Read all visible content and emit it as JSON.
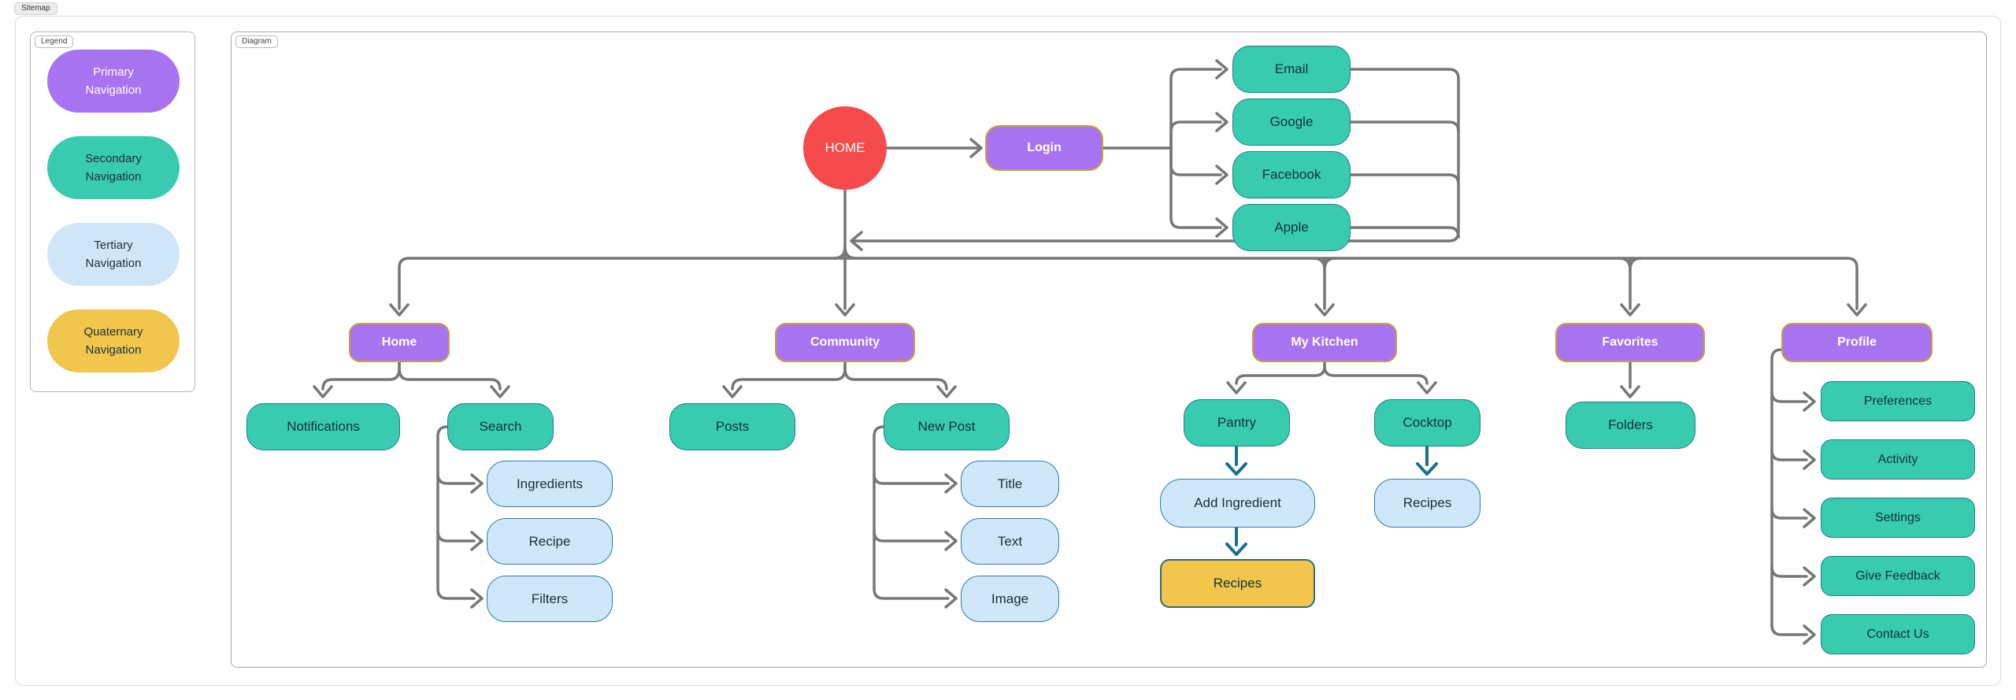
{
  "page": {
    "badge": "Sitemap"
  },
  "legend": {
    "label": "Legend",
    "items": [
      {
        "label": "Primary Navigation",
        "color": "#a873f0"
      },
      {
        "label": "Secondary Navigation",
        "color": "#38cbad"
      },
      {
        "label": "Tertiary Navigation",
        "color": "#cfe6f8"
      },
      {
        "label": "Quaternary Navigation",
        "color": "#f0c64d"
      }
    ]
  },
  "diagram": {
    "label": "Diagram",
    "nodes": {
      "home_root": "HOME",
      "login": "Login",
      "email": "Email",
      "google": "Google",
      "facebook": "Facebook",
      "apple": "Apple",
      "home": "Home",
      "community": "Community",
      "my_kitchen": "My Kitchen",
      "favorites": "Favorites",
      "profile": "Profile",
      "notifications": "Notifications",
      "search": "Search",
      "posts": "Posts",
      "new_post": "New Post",
      "pantry": "Pantry",
      "cocktop": "Cocktop",
      "folders": "Folders",
      "preferences": "Preferences",
      "activity": "Activity",
      "settings": "Settings",
      "give_feedback": "Give Feedback",
      "contact_us": "Contact Us",
      "ingredients": "Ingredients",
      "recipe": "Recipe",
      "filters": "Filters",
      "title": "Title",
      "text": "Text",
      "image": "Image",
      "add_ingredient": "Add Ingredient",
      "recipes_cocktop": "Recipes",
      "recipes_pantry": "Recipes"
    },
    "colors": {
      "primary": "#a873f0",
      "primary_border": "#c9a13d",
      "secondary": "#38cbad",
      "secondary_border": "#1f808c",
      "tertiary": "#cfe7f8",
      "tertiary_border": "#2b7ea1",
      "quaternary": "#f0c64d",
      "root": "#f54b4c",
      "connector": "#777777",
      "connector_accent": "#1d6f8e"
    }
  }
}
